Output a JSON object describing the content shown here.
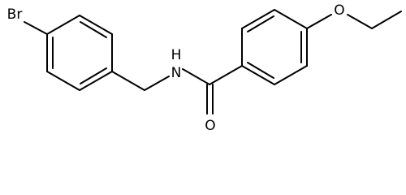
{
  "structure": {
    "atoms": {
      "bromine": "Br",
      "amide_nitrogen": "N",
      "amide_hydrogen": "H",
      "carbonyl_oxygen": "O",
      "ether_oxygen": "O"
    }
  }
}
